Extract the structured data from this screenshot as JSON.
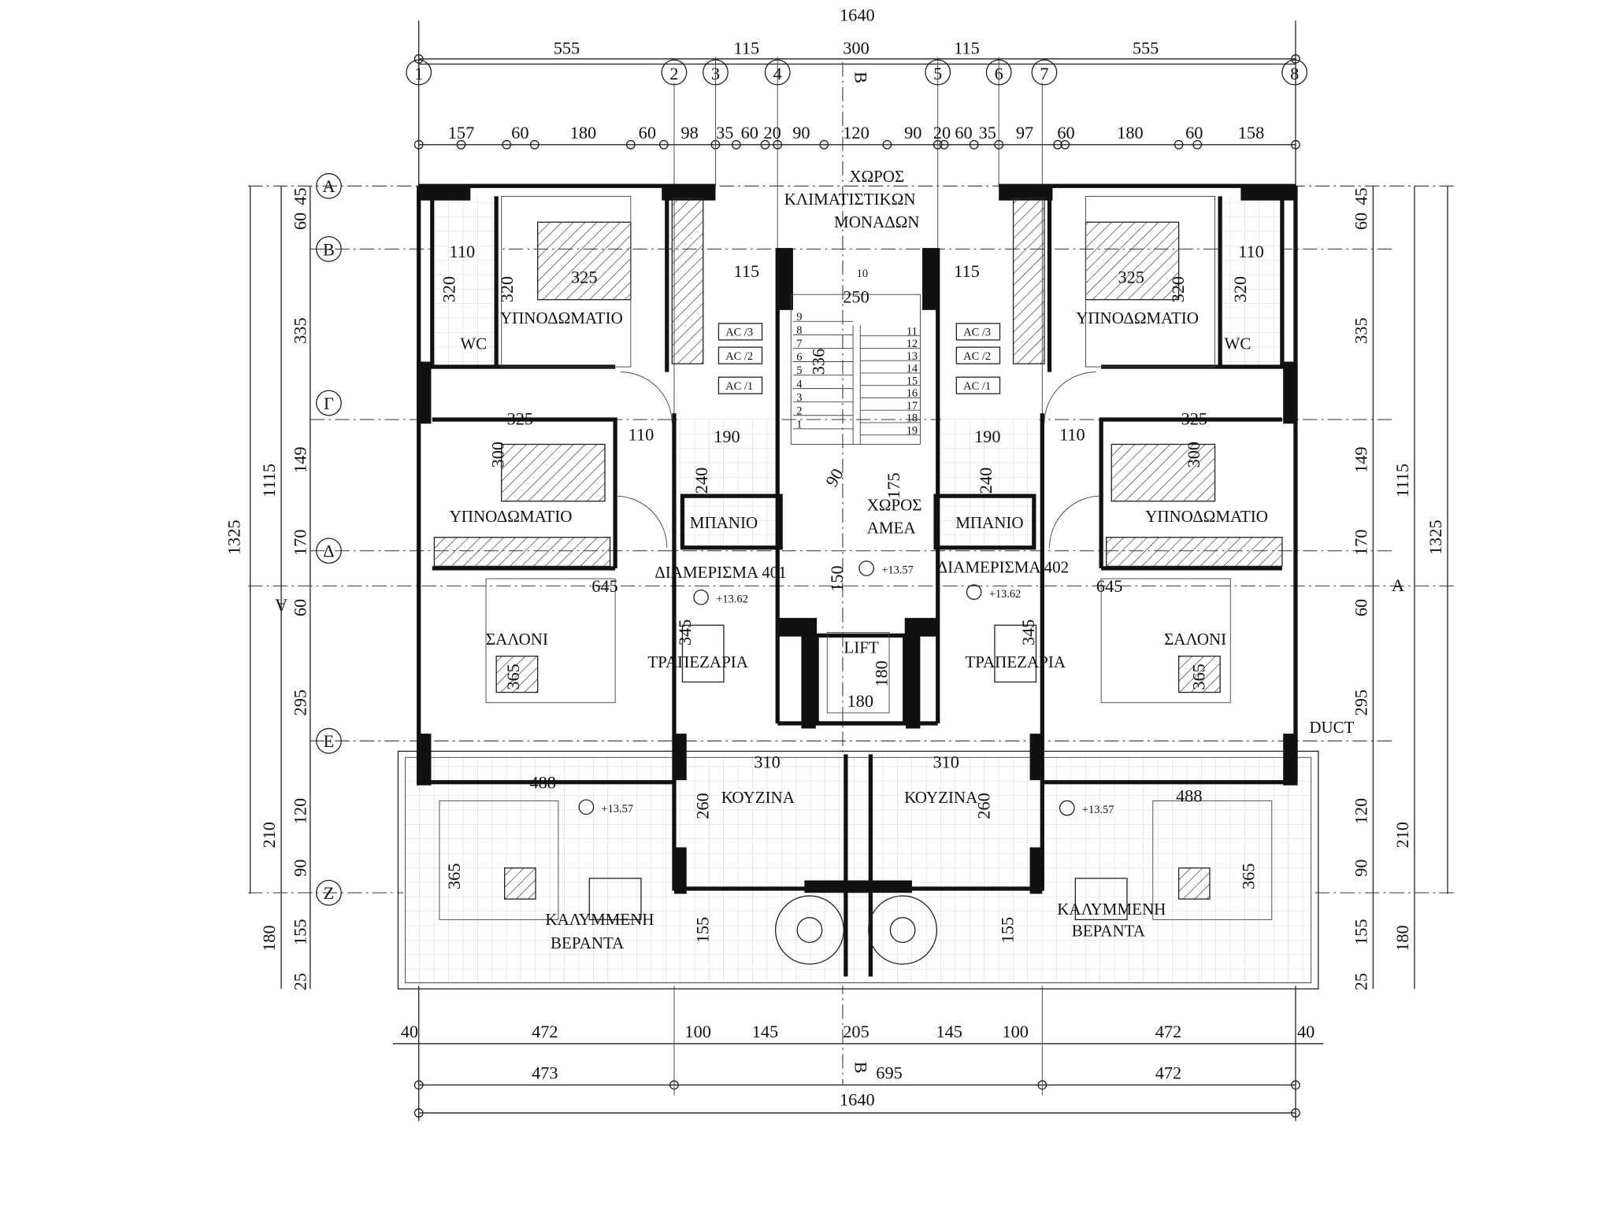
{
  "drawing": {
    "top_overall": "1640",
    "top_axes": [
      "555",
      "115",
      "300",
      "115",
      "555"
    ],
    "top_detail": [
      "157",
      "60",
      "180",
      "60",
      "98",
      "35",
      "60",
      "20",
      "90",
      "120",
      "90",
      "20",
      "60",
      "35",
      "97",
      "60",
      "180",
      "60",
      "158"
    ],
    "column_axes": [
      "1",
      "2",
      "3",
      "4",
      "5",
      "6",
      "7",
      "8"
    ],
    "row_axes": [
      "Α",
      "Β",
      "Γ",
      "Δ",
      "Ε",
      "Ζ"
    ],
    "section_marks": {
      "top": "Β",
      "bottom": "Β",
      "left": "Α",
      "right": "Α"
    },
    "left_detail": [
      "45",
      "60",
      "335",
      "149",
      "170",
      "60",
      "295",
      "120",
      "90",
      "155",
      "25"
    ],
    "left_totals": [
      "1115",
      "1325",
      "210",
      "180"
    ],
    "right_detail": [
      "45",
      "60",
      "335",
      "149",
      "170",
      "60",
      "295",
      "120",
      "90",
      "155",
      "25"
    ],
    "right_totals": [
      "1115",
      "1325",
      "210",
      "180"
    ],
    "bottom_detail": [
      "40",
      "472",
      "100",
      "145",
      "205",
      "145",
      "100",
      "472",
      "40"
    ],
    "bottom_axes": [
      "473",
      "695",
      "472"
    ],
    "bottom_overall": "1640",
    "room_labels": [
      "ΥΠΝΟΔΩΜΑΤΙΟ",
      "ΥΠΝΟΔΩΜΑΤΙΟ",
      "ΥΠΝΟΔΩΜΑΤΙΟ",
      "ΥΠΝΟΔΩΜΑΤΙΟ",
      "ΣΑΛΟΝΙ",
      "ΣΑΛΟΝΙ",
      "ΤΡΑΠΕΖΑΡΙΑ",
      "ΤΡΑΠΕΖΑΡΙΑ",
      "ΚΟΥΖΙΝΑ",
      "ΚΟΥΖΙΝΑ",
      "ΚΑΛΥΜΜΕΝΗ",
      "ΒΕΡΑΝΤΑ",
      "ΚΑΛΥΜΜΕΝΗ",
      "ΒΕΡΑΝΤΑ",
      "ΜΠΑΝΙΟ",
      "ΜΠΑΝΙΟ",
      "WC",
      "WC",
      "ΔΙΑΜΕΡΙΣΜΑ 401",
      "ΔΙΑΜΕΡΙΣΜΑ 402",
      "ΧΩΡΟΣ",
      "ΚΛΙΜΑΤΙΣΤΙΚΩΝ",
      "ΜΟΝΑΔΩΝ",
      "ΧΩΡΟΣ",
      "ΑΜΕΑ",
      "LIFT",
      "DUCT"
    ],
    "levels": [
      "+13.62",
      "+13.62",
      "+13.57",
      "+13.57",
      "+13.57"
    ],
    "ac_units": [
      "AC /3",
      "AC /2",
      "AC /1",
      "AC /3",
      "AC /2",
      "AC /1"
    ],
    "room_dims": [
      "325",
      "320",
      "110",
      "320",
      "115",
      "250",
      "336",
      "115",
      "325",
      "320",
      "110",
      "320",
      "325",
      "110",
      "190",
      "300",
      "240",
      "190",
      "110",
      "240",
      "325",
      "300",
      "645",
      "645",
      "150",
      "345",
      "345",
      "365",
      "365",
      "180",
      "180",
      "90",
      "175",
      "310",
      "310",
      "260",
      "260",
      "488",
      "488",
      "365",
      "365",
      "155",
      "155"
    ],
    "stair_steps": [
      "1",
      "2",
      "3",
      "4",
      "5",
      "6",
      "7",
      "8",
      "9",
      "10",
      "11",
      "12",
      "13",
      "14",
      "15",
      "16",
      "17",
      "18",
      "19"
    ]
  }
}
